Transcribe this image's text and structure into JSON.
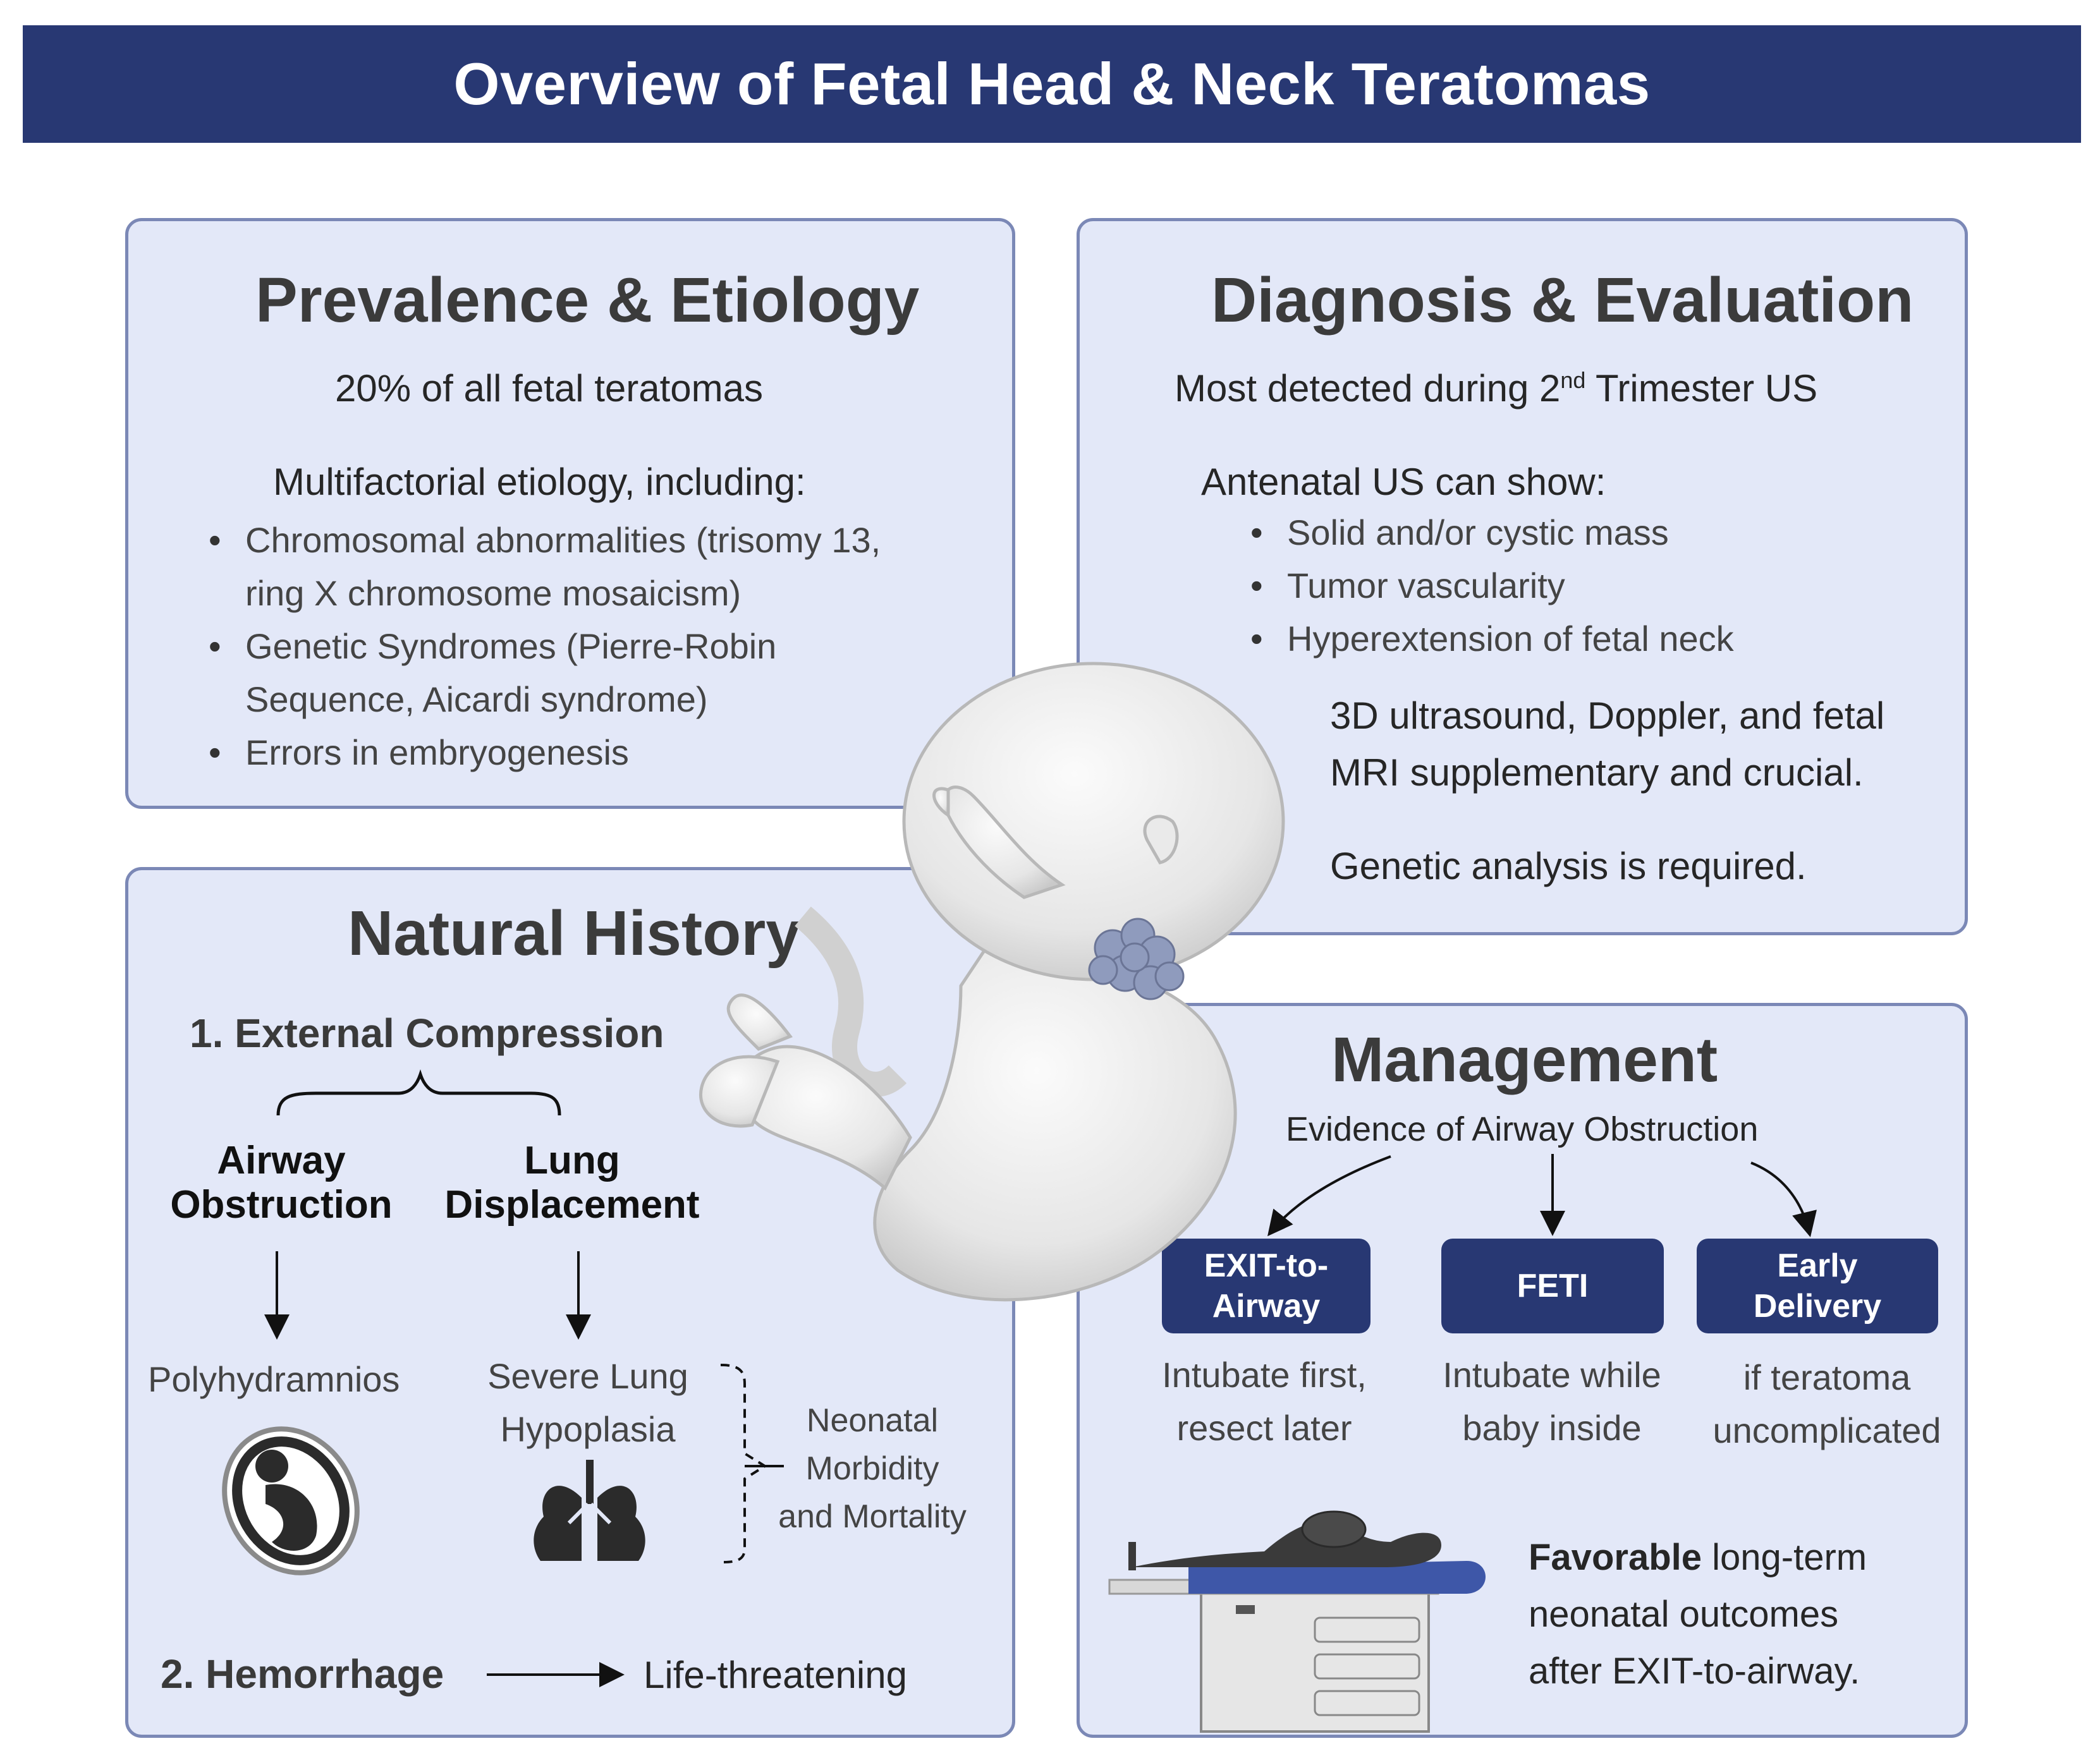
{
  "title": "Overview of Fetal Head & Neck Teratomas",
  "prevalence": {
    "heading": "Prevalence & Etiology",
    "stat": "20% of all fetal teratomas",
    "sub": "Multifactorial etiology, including:",
    "bullets": [
      [
        "Chromosomal abnormalities (trisomy 13,",
        "ring X chromosome mosaicism)"
      ],
      [
        "Genetic Syndromes (Pierre-Robin",
        "Sequence, Aicardi syndrome)"
      ],
      [
        "Errors in embryogenesis"
      ]
    ]
  },
  "diagnosis": {
    "heading": "Diagnosis & Evaluation",
    "detect_pre": "Most detected during 2",
    "detect_sup": "nd",
    "detect_post": " Trimester US",
    "sub": "Antenatal US can show:",
    "bullets": [
      "Solid and/or cystic mass",
      "Tumor vascularity",
      "Hyperextension of fetal neck"
    ],
    "imaging": [
      "3D ultrasound, Doppler, and fetal",
      "MRI supplementary and crucial."
    ],
    "genetic": "Genetic analysis is required."
  },
  "natural": {
    "heading": "Natural History",
    "item1": "1.  External Compression",
    "airway": [
      "Airway",
      "Obstruction"
    ],
    "lung": [
      "Lung",
      "Displacement"
    ],
    "poly": "Polyhydramnios",
    "hypo": [
      "Severe Lung",
      "Hypoplasia"
    ],
    "neonatal": [
      "Neonatal",
      "Morbidity",
      "and Mortality"
    ],
    "item2": "2. Hemorrhage",
    "life": "Life-threatening"
  },
  "management": {
    "heading": "Management",
    "evidence": "Evidence of Airway Obstruction",
    "options": [
      {
        "label": [
          "EXIT-to-",
          "Airway"
        ],
        "desc": [
          "Intubate first,",
          "resect later"
        ]
      },
      {
        "label": [
          "FETI"
        ],
        "desc": [
          "Intubate while",
          "baby inside"
        ]
      },
      {
        "label": [
          "Early",
          "Delivery"
        ],
        "desc": [
          "if teratoma",
          "uncomplicated"
        ]
      }
    ],
    "outcome_bold": "Favorable",
    "outcome": [
      " long-term",
      "neonatal outcomes",
      "after EXIT-to-airway."
    ]
  },
  "colors": {
    "navy": "#283873",
    "panel": "#e3e8f8",
    "border": "#7b88b6"
  }
}
